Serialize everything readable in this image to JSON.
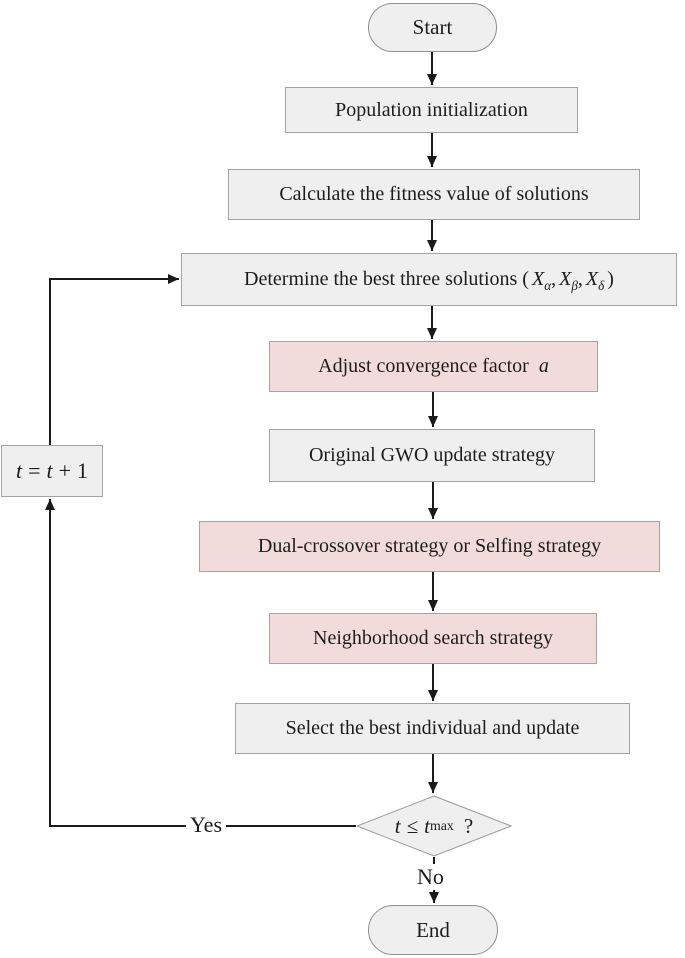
{
  "colors": {
    "gray_fill": "#efefef",
    "pink_fill": "#f2dcdb",
    "box_border": "#a3a3a3",
    "line": "#1a1a1a",
    "text": "#1c1c1c"
  },
  "nodes": {
    "start": "Start",
    "population": "Population initialization",
    "fitness": "Calculate the fitness value of solutions",
    "determine": {
      "text": "Determine the best three solutions (",
      "var_x": "X",
      "sub_alpha": "α",
      "sub_beta": "β",
      "sub_delta": "δ",
      "comma": ",",
      "close": ")"
    },
    "adjust": {
      "text": "Adjust convergence factor",
      "var_a": "a"
    },
    "gwo": "Original GWO update strategy",
    "crossover": "Dual-crossover strategy or Selfing strategy",
    "neighborhood": "Neighborhood search strategy",
    "select": "Select the best individual and update",
    "decision": {
      "var_t": "t",
      "op": "≤",
      "sub_max": "max",
      "question": "?"
    },
    "end": "End",
    "increment": {
      "var_t": "t",
      "eq": "=",
      "plus": "+",
      "one": "1"
    }
  },
  "edge_labels": {
    "yes": "Yes",
    "no": "No"
  }
}
